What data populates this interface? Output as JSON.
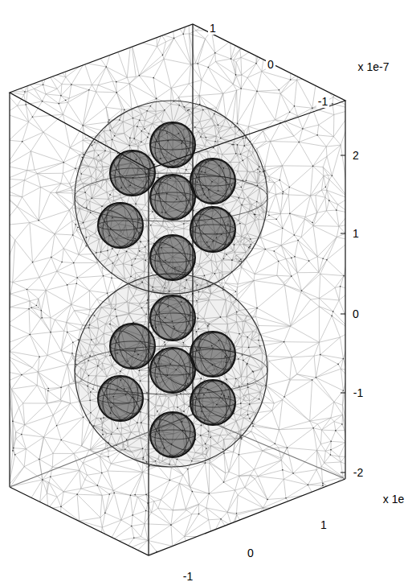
{
  "diagram": {
    "labels": [
      "1",
      "0",
      "x 1e-7",
      "-1",
      "2",
      "1",
      "0",
      "-1",
      "-2",
      "x 1e",
      "1",
      "0",
      "-1"
    ]
  }
}
